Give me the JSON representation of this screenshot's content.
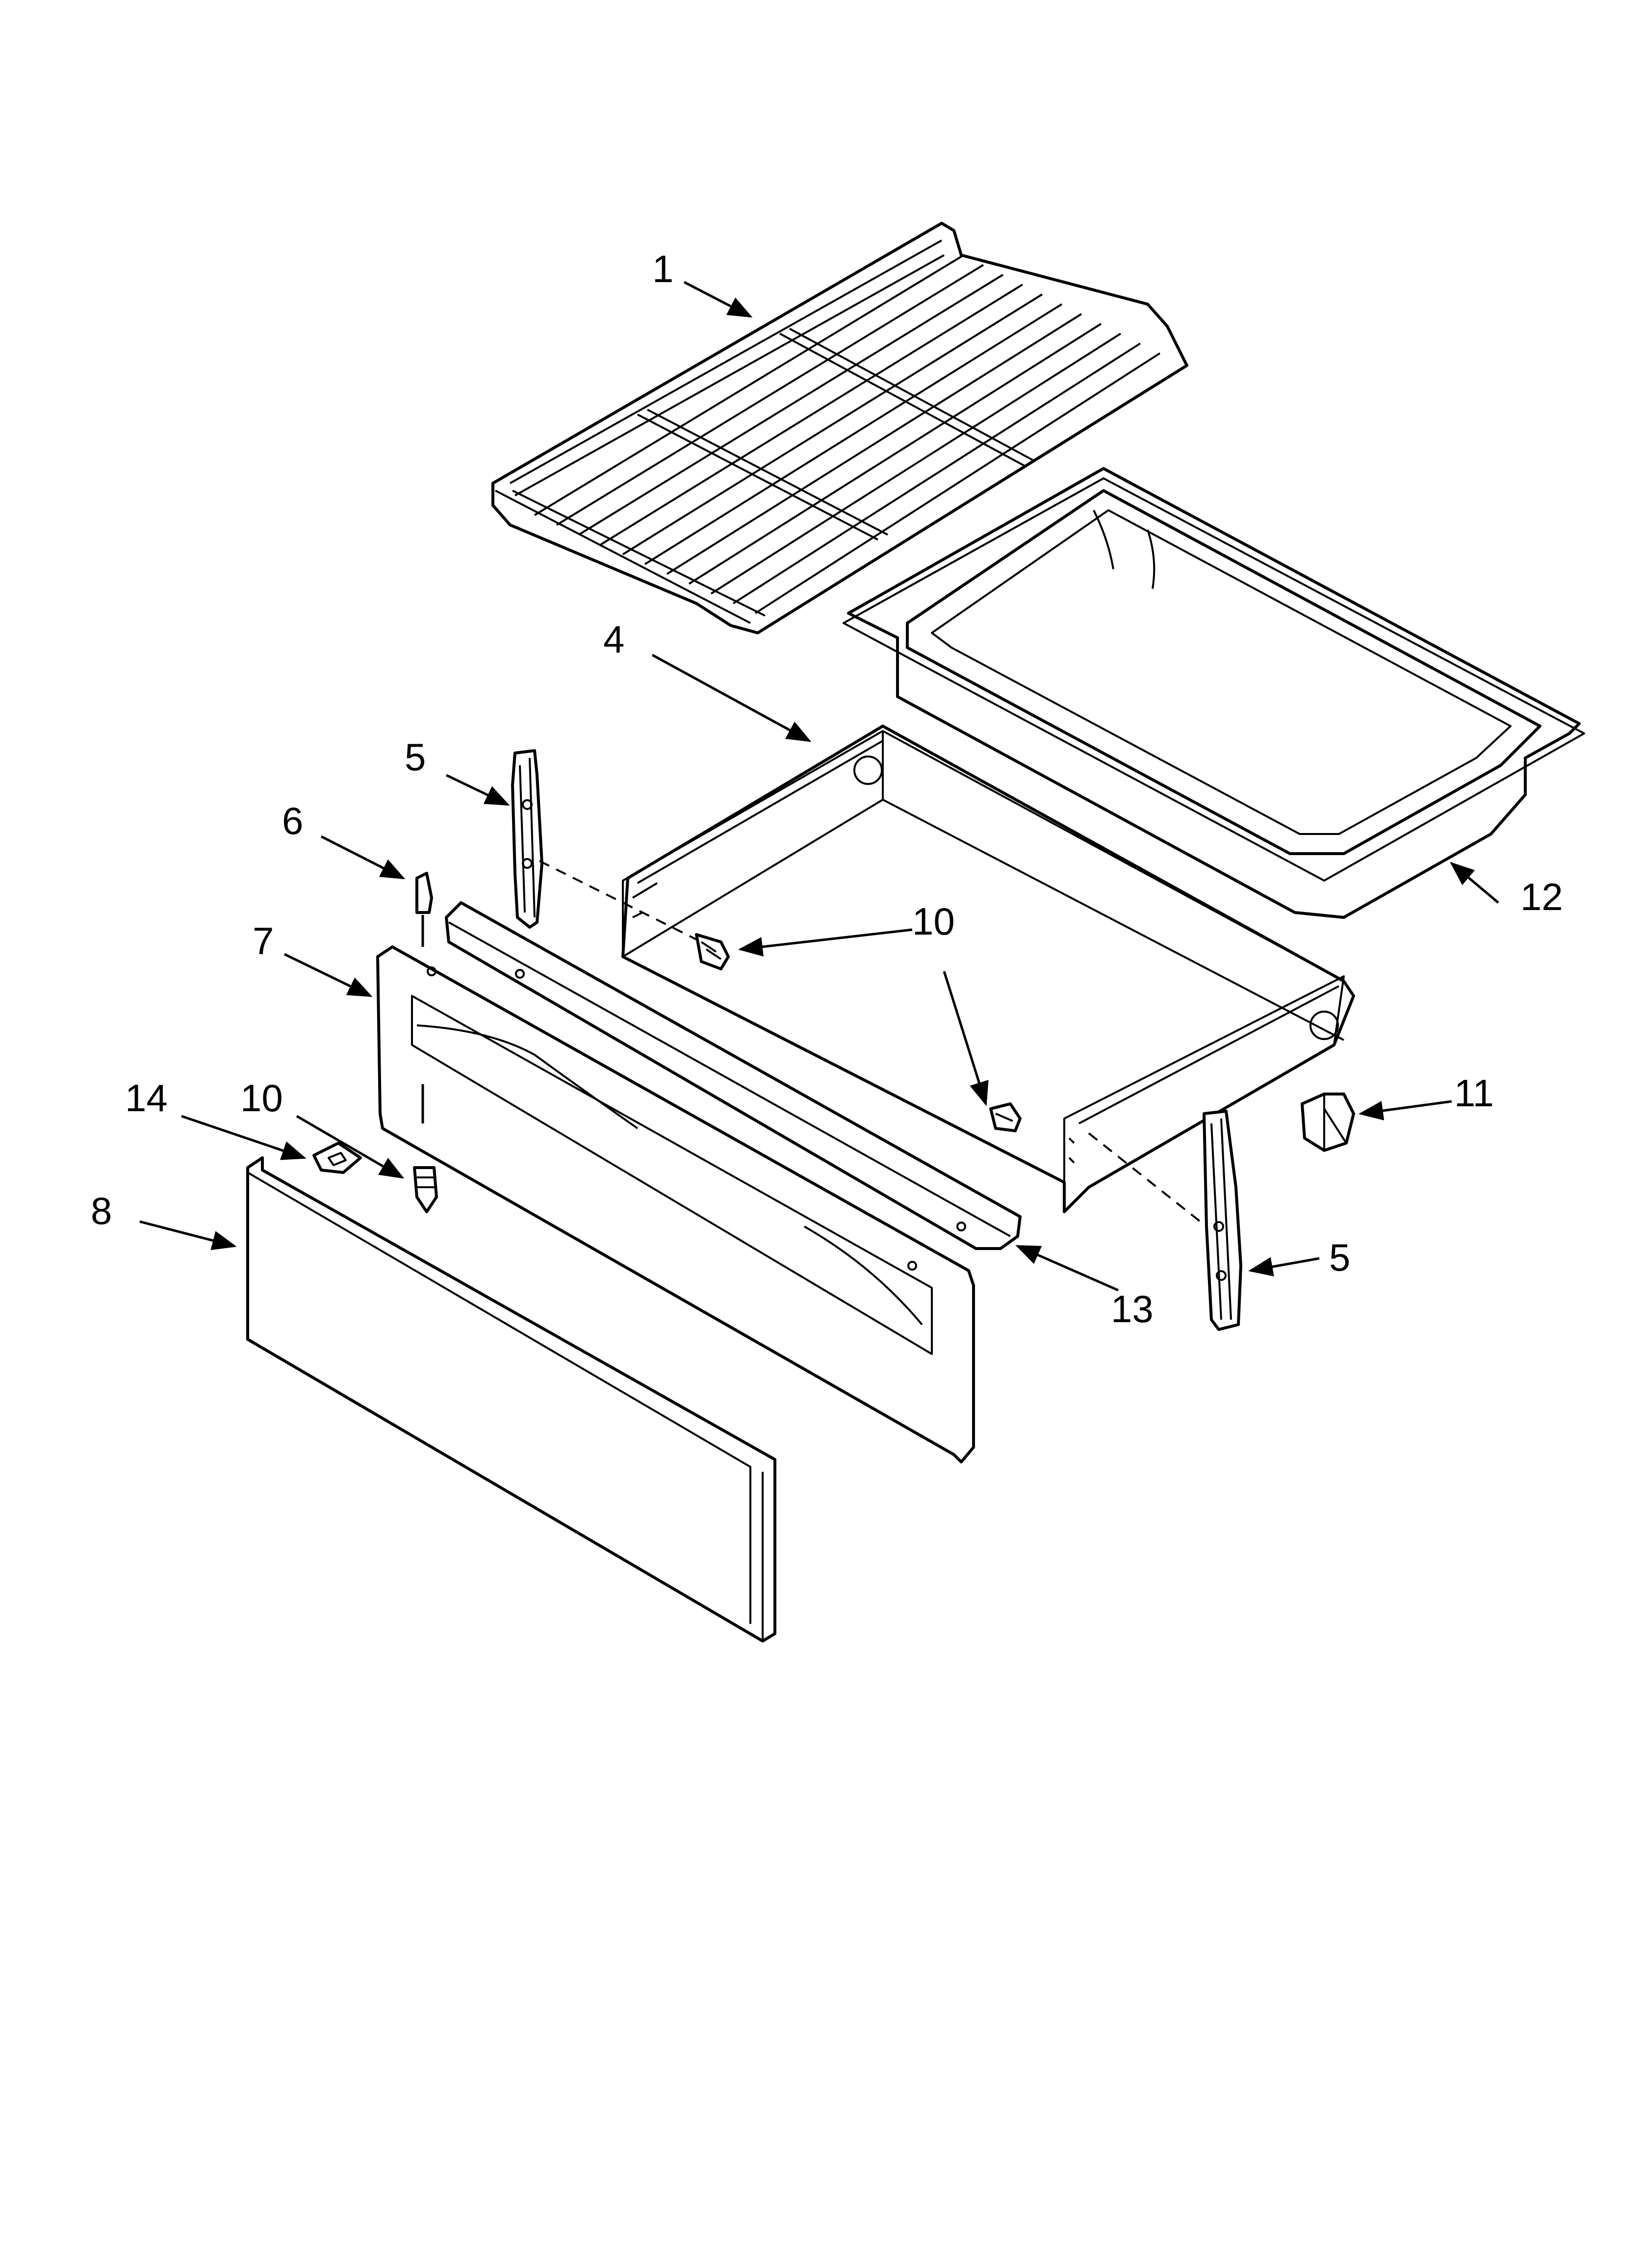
{
  "diagram": {
    "callouts": {
      "rack": "1",
      "drawer_body": "4",
      "slide_left": "5",
      "slide_right": "5",
      "clip": "6",
      "drawer_front": "7",
      "panel": "8",
      "screw_upper": "10",
      "screw_lower": "10",
      "stop_bracket": "11",
      "broiler_pan": "12",
      "handle_trim": "13",
      "spacer_clip": "14"
    }
  }
}
